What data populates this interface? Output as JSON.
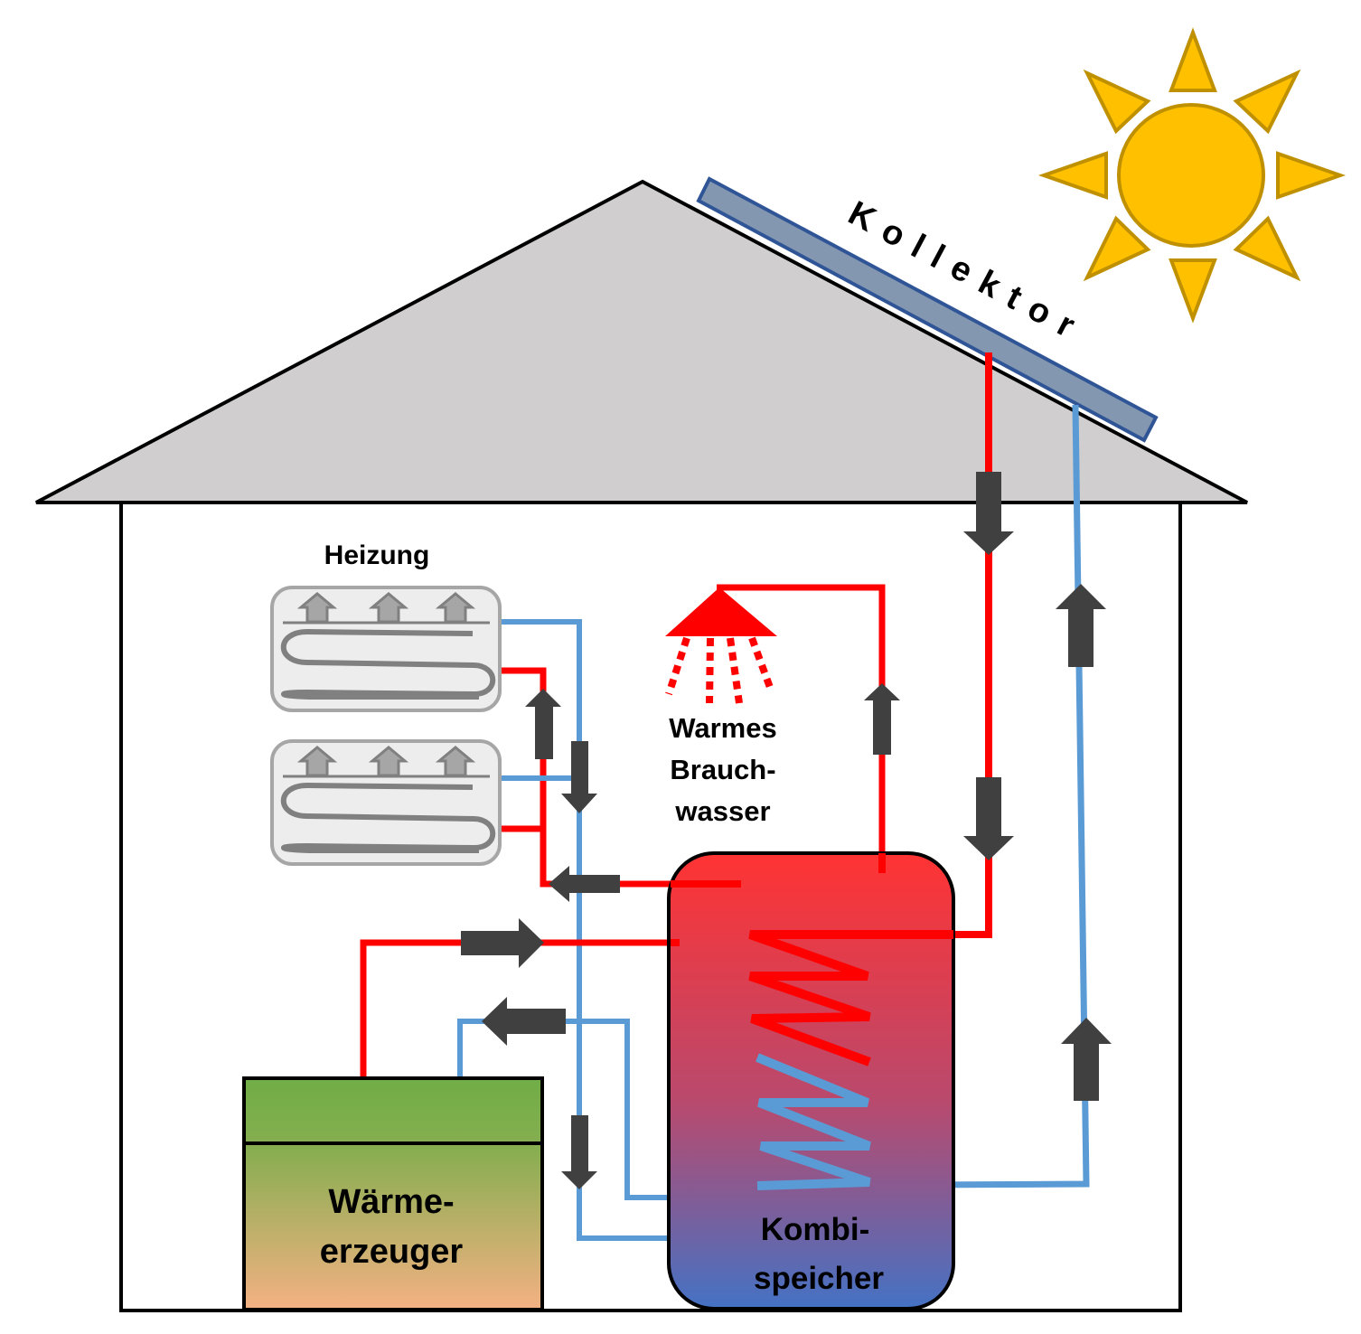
{
  "diagram": {
    "type": "solar thermal combi system",
    "language": "de",
    "labels": {
      "collector": "Kollektor",
      "heating": "Heizung",
      "hot_water_line1": "Warmes",
      "hot_water_line2": "Brauch-",
      "hot_water_line3": "wasser",
      "heat_generator_line1": "Wärme-",
      "heat_generator_line2": "erzeuger",
      "storage_line1": "Kombi-",
      "storage_line2": "speicher"
    },
    "components": [
      {
        "id": "sun",
        "label": ""
      },
      {
        "id": "collector",
        "label": "Kollektor"
      },
      {
        "id": "radiator-1",
        "label": "Heizung"
      },
      {
        "id": "radiator-2",
        "label": "Heizung"
      },
      {
        "id": "shower",
        "label": "Warmes Brauchwasser"
      },
      {
        "id": "combi-storage",
        "label": "Kombispeicher"
      },
      {
        "id": "heat-generator",
        "label": "Wärmeerzeuger"
      }
    ],
    "colors": {
      "hot_pipe": "#ff0000",
      "cold_pipe": "#5b9bd5",
      "arrow": "#404040",
      "roof": "#d0cece",
      "collector": "#8497b0",
      "collector_border": "#2f5597",
      "sun": "#ffc000",
      "sun_border": "#bf9000",
      "storage_top": "#ff3333",
      "storage_bottom": "#4472c4",
      "generator_top": "#70ad47",
      "generator_bottom": "#f4b183",
      "radiator_bg": "#ededed",
      "radiator_coil": "#808080"
    }
  }
}
